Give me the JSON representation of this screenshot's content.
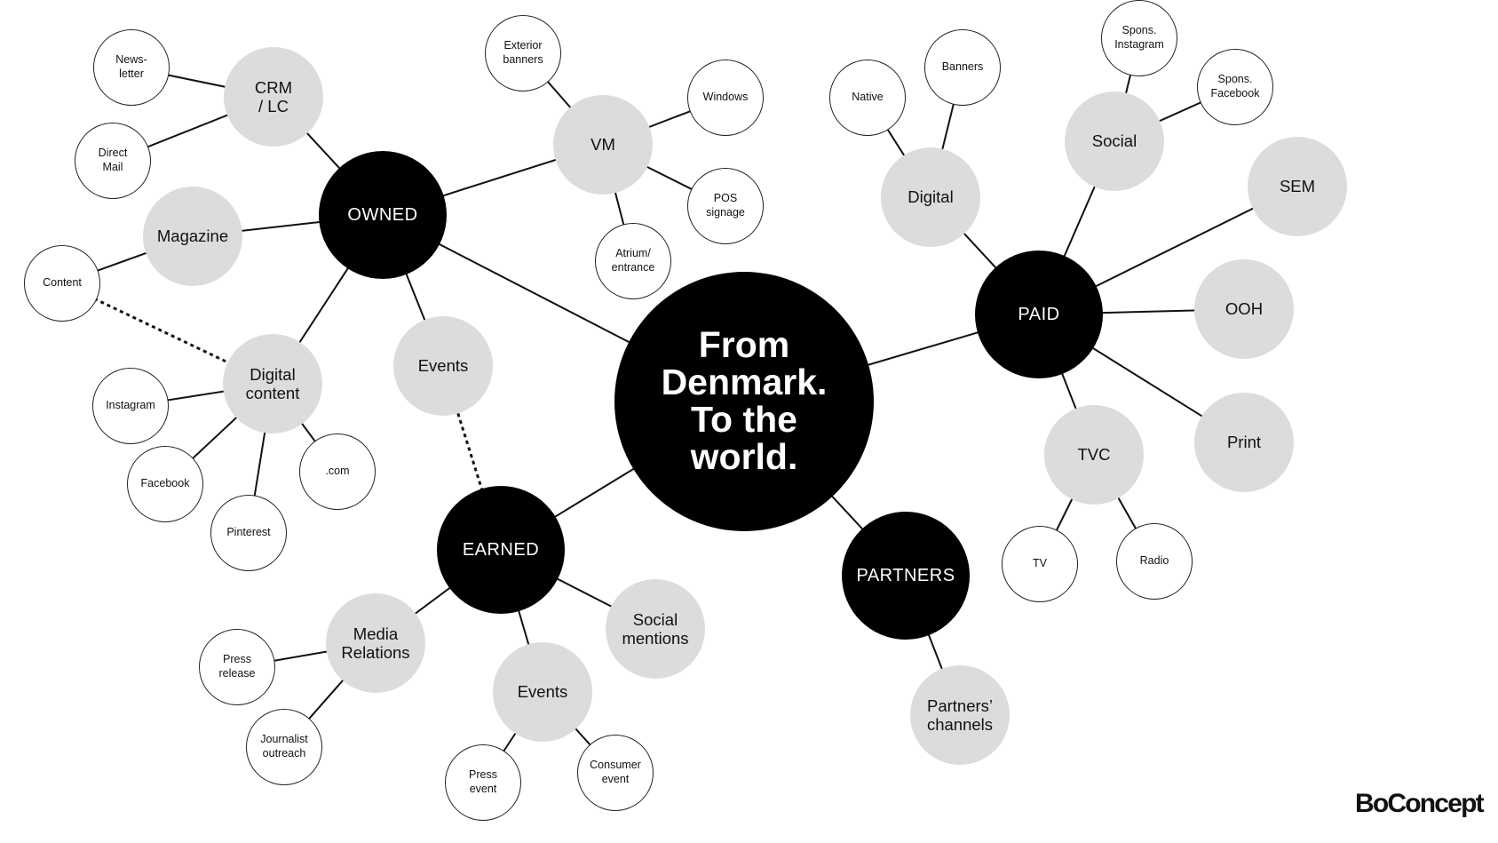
{
  "center": {
    "label": "From\nDenmark.\nTo the\nworld."
  },
  "hubs": {
    "owned": "OWNED",
    "earned": "EARNED",
    "paid": "PAID",
    "partners": "PARTNERS"
  },
  "subs": {
    "crm": "CRM\n/ LC",
    "magazine": "Magazine",
    "digital_content": "Digital\ncontent",
    "owned_events": "Events",
    "vm": "VM",
    "media_relations": "Media\nRelations",
    "earned_events": "Events",
    "social_mentions": "Social\nmentions",
    "paid_digital": "Digital",
    "social": "Social",
    "sem": "SEM",
    "ooh": "OOH",
    "print": "Print",
    "tvc": "TVC",
    "partners_channels": "Partners’\nchannels"
  },
  "leaves": {
    "newsletter": "News-\nletter",
    "direct_mail": "Direct\nMail",
    "content": "Content",
    "instagram": "Instagram",
    "facebook": "Facebook",
    "pinterest": "Pinterest",
    "dotcom": ".com",
    "exterior_banners": "Exterior\nbanners",
    "windows": "Windows",
    "pos_signage": "POS\nsignage",
    "atrium": "Atrium/\nentrance",
    "press_release": "Press\nrelease",
    "journalist_outreach": "Journalist\noutreach",
    "press_event": "Press\nevent",
    "consumer_event": "Consumer\nevent",
    "native": "Native",
    "banners": "Banners",
    "spons_instagram": "Spons.\nInstagram",
    "spons_facebook": "Spons.\nFacebook",
    "tv": "TV",
    "radio": "Radio"
  },
  "brand": {
    "logo": "BoConcept"
  },
  "colors": {
    "hub": "#000000",
    "sub": "#dcdcdc",
    "leaf": "#ffffff",
    "line": "#111111"
  }
}
